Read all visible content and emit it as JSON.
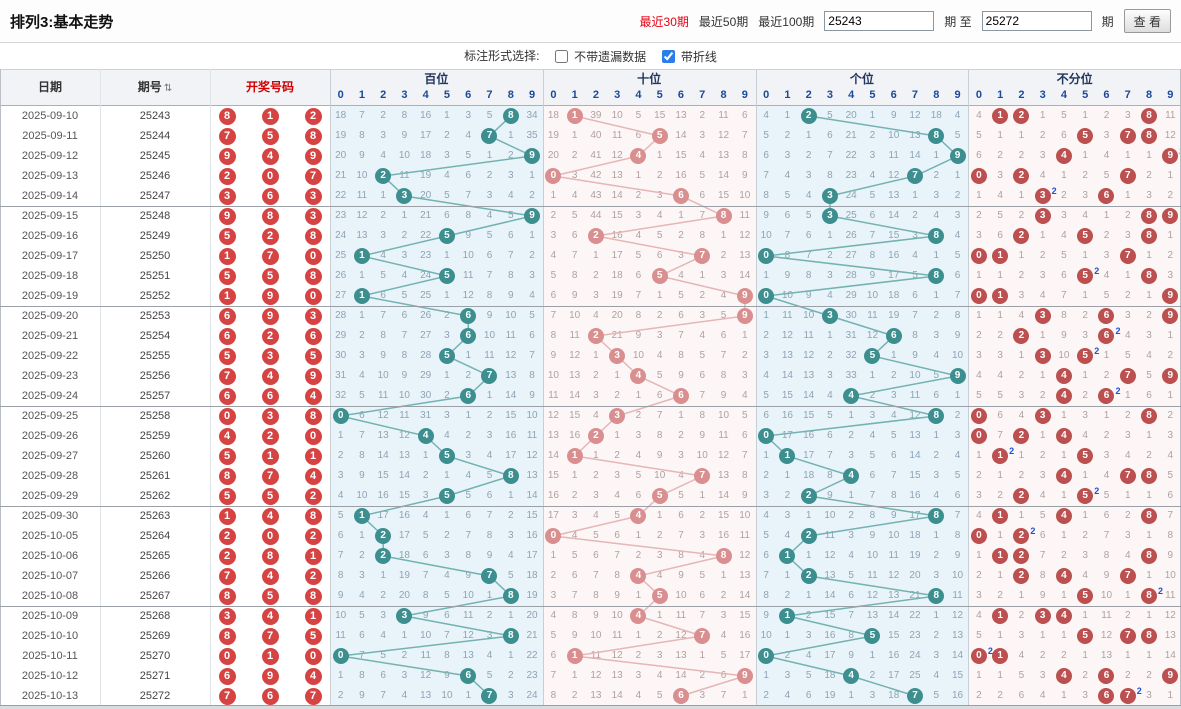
{
  "page": {
    "title": "排列3:基本走势"
  },
  "toolbar": {
    "recent30": "最近30期",
    "recent50": "最近50期",
    "recent100": "最近100期",
    "from_value": "25243",
    "between_label": "期 至",
    "to_value": "25272",
    "issue_label": "期",
    "view_button": "查 看"
  },
  "options": {
    "label": "标注形式选择:",
    "no_miss_label": "不带遗漏数据",
    "no_miss_checked": false,
    "polyline_label": "带折线",
    "polyline_checked": true
  },
  "table": {
    "date_header": "日期",
    "issue_header": "期号",
    "numbers_header": "开奖号码",
    "sections": [
      "百位",
      "十位",
      "个位",
      "不分位"
    ],
    "digit_headers": [
      "0",
      "1",
      "2",
      "3",
      "4",
      "5",
      "6",
      "7",
      "8",
      "9"
    ],
    "initial_display": {
      "bai": [
        18,
        7,
        2,
        8,
        16,
        1,
        3,
        5,
        0,
        34
      ],
      "shi": [
        18,
        0,
        39,
        10,
        5,
        15,
        13,
        2,
        11,
        6
      ],
      "ge": [
        4,
        1,
        0,
        5,
        20,
        1,
        9,
        12,
        18,
        4
      ],
      "bu": [
        4,
        0,
        0,
        1,
        5,
        1,
        2,
        3,
        0,
        11
      ]
    },
    "rows": [
      {
        "date": "2025-09-10",
        "issue": "25243",
        "num": "812"
      },
      {
        "date": "2025-09-11",
        "issue": "25244",
        "num": "758"
      },
      {
        "date": "2025-09-12",
        "issue": "25245",
        "num": "949"
      },
      {
        "date": "2025-09-13",
        "issue": "25246",
        "num": "207"
      },
      {
        "date": "2025-09-14",
        "issue": "25247",
        "num": "363"
      },
      {
        "date": "2025-09-15",
        "issue": "25248",
        "num": "983"
      },
      {
        "date": "2025-09-16",
        "issue": "25249",
        "num": "528"
      },
      {
        "date": "2025-09-17",
        "issue": "25250",
        "num": "170"
      },
      {
        "date": "2025-09-18",
        "issue": "25251",
        "num": "558"
      },
      {
        "date": "2025-09-19",
        "issue": "25252",
        "num": "190"
      },
      {
        "date": "2025-09-20",
        "issue": "25253",
        "num": "693"
      },
      {
        "date": "2025-09-21",
        "issue": "25254",
        "num": "626"
      },
      {
        "date": "2025-09-22",
        "issue": "25255",
        "num": "535"
      },
      {
        "date": "2025-09-23",
        "issue": "25256",
        "num": "749"
      },
      {
        "date": "2025-09-24",
        "issue": "25257",
        "num": "664"
      },
      {
        "date": "2025-09-25",
        "issue": "25258",
        "num": "038"
      },
      {
        "date": "2025-09-26",
        "issue": "25259",
        "num": "420"
      },
      {
        "date": "2025-09-27",
        "issue": "25260",
        "num": "511"
      },
      {
        "date": "2025-09-28",
        "issue": "25261",
        "num": "874"
      },
      {
        "date": "2025-09-29",
        "issue": "25262",
        "num": "552"
      },
      {
        "date": "2025-09-30",
        "issue": "25263",
        "num": "148"
      },
      {
        "date": "2025-10-05",
        "issue": "25264",
        "num": "202"
      },
      {
        "date": "2025-10-06",
        "issue": "25265",
        "num": "281"
      },
      {
        "date": "2025-10-07",
        "issue": "25266",
        "num": "742"
      },
      {
        "date": "2025-10-08",
        "issue": "25267",
        "num": "858"
      },
      {
        "date": "2025-10-09",
        "issue": "25268",
        "num": "341"
      },
      {
        "date": "2025-10-10",
        "issue": "25269",
        "num": "875"
      },
      {
        "date": "2025-10-11",
        "issue": "25270",
        "num": "010"
      },
      {
        "date": "2025-10-12",
        "issue": "25271",
        "num": "694"
      },
      {
        "date": "2025-10-13",
        "issue": "25272",
        "num": "767"
      }
    ],
    "colors": {
      "hundreds_ball": "#3d8f8f",
      "tens_ball": "#d98f8f",
      "units_ball": "#3d8f8f",
      "any_position_ball": "#bc4f4f",
      "draw_ball": "#d54343",
      "hundreds_line": "#74b2b2",
      "tens_line": "#e6b5b5",
      "units_line": "#74b2b2",
      "repeat_badge": "#1f4fd8",
      "active_range_link": "#e60012",
      "blue_section_bg": "#e9f4fa",
      "pink_section_bg": "#fdf6f6"
    }
  }
}
